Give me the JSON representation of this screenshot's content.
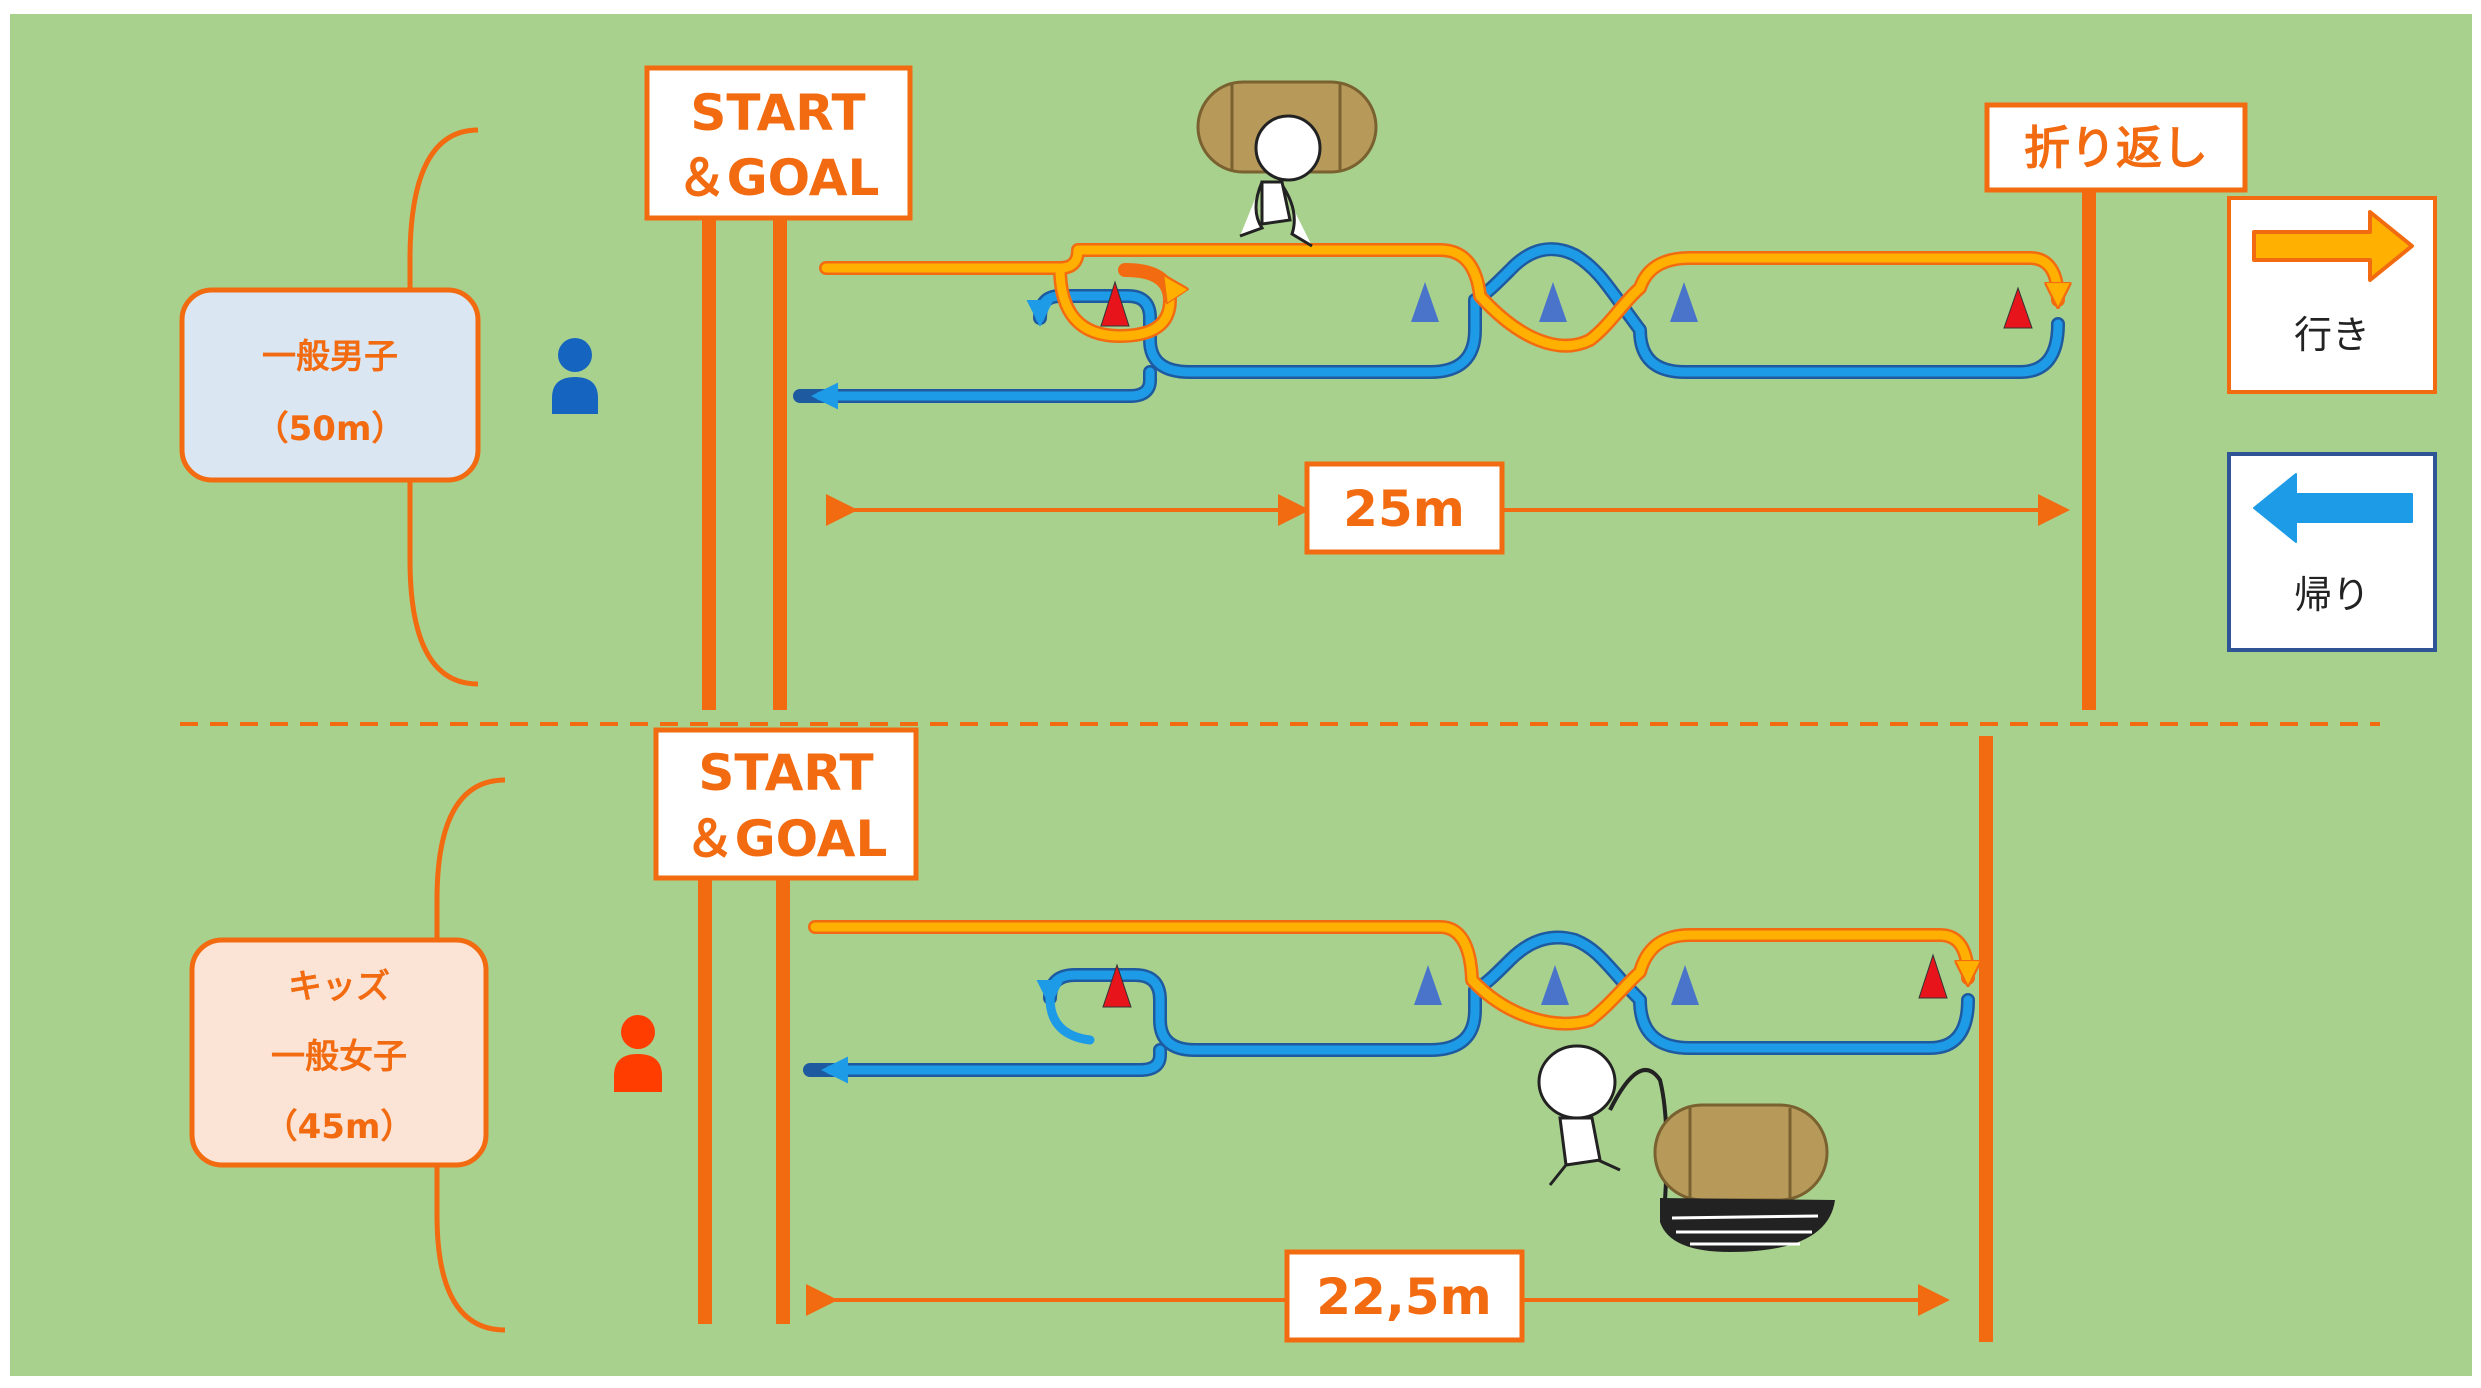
{
  "colors": {
    "field": "#a9d18e",
    "accent_orange": "#f26b10",
    "go_arrow": "#ffb000",
    "return_arrow": "#1e9be6",
    "cone_red": "#e8141b",
    "cone_blue": "#4a74c9",
    "men_icon": "#1565c0",
    "women_icon": "#ff3d00",
    "men_box_fill": "#dbe6f3",
    "women_box_fill": "#fbe3d6"
  },
  "top_course": {
    "start_sign": {
      "line1": "START",
      "line2": "＆GOAL"
    },
    "turn_sign": "折り返し",
    "group_box": {
      "line1": "一般男子",
      "line2": "（50m）"
    },
    "distance_label": "25m",
    "person_icon": "person-icon"
  },
  "bottom_course": {
    "start_sign": {
      "line1": "START",
      "line2": "＆GOAL"
    },
    "group_box": {
      "line1": "キッズ",
      "line2": "一般女子",
      "line3": "（45m）"
    },
    "distance_label": "22,5m",
    "person_icon": "person-icon"
  },
  "legend": {
    "go": {
      "label": "行き",
      "icon": "arrow-right-icon"
    },
    "return": {
      "label": "帰り",
      "icon": "arrow-left-icon"
    }
  }
}
